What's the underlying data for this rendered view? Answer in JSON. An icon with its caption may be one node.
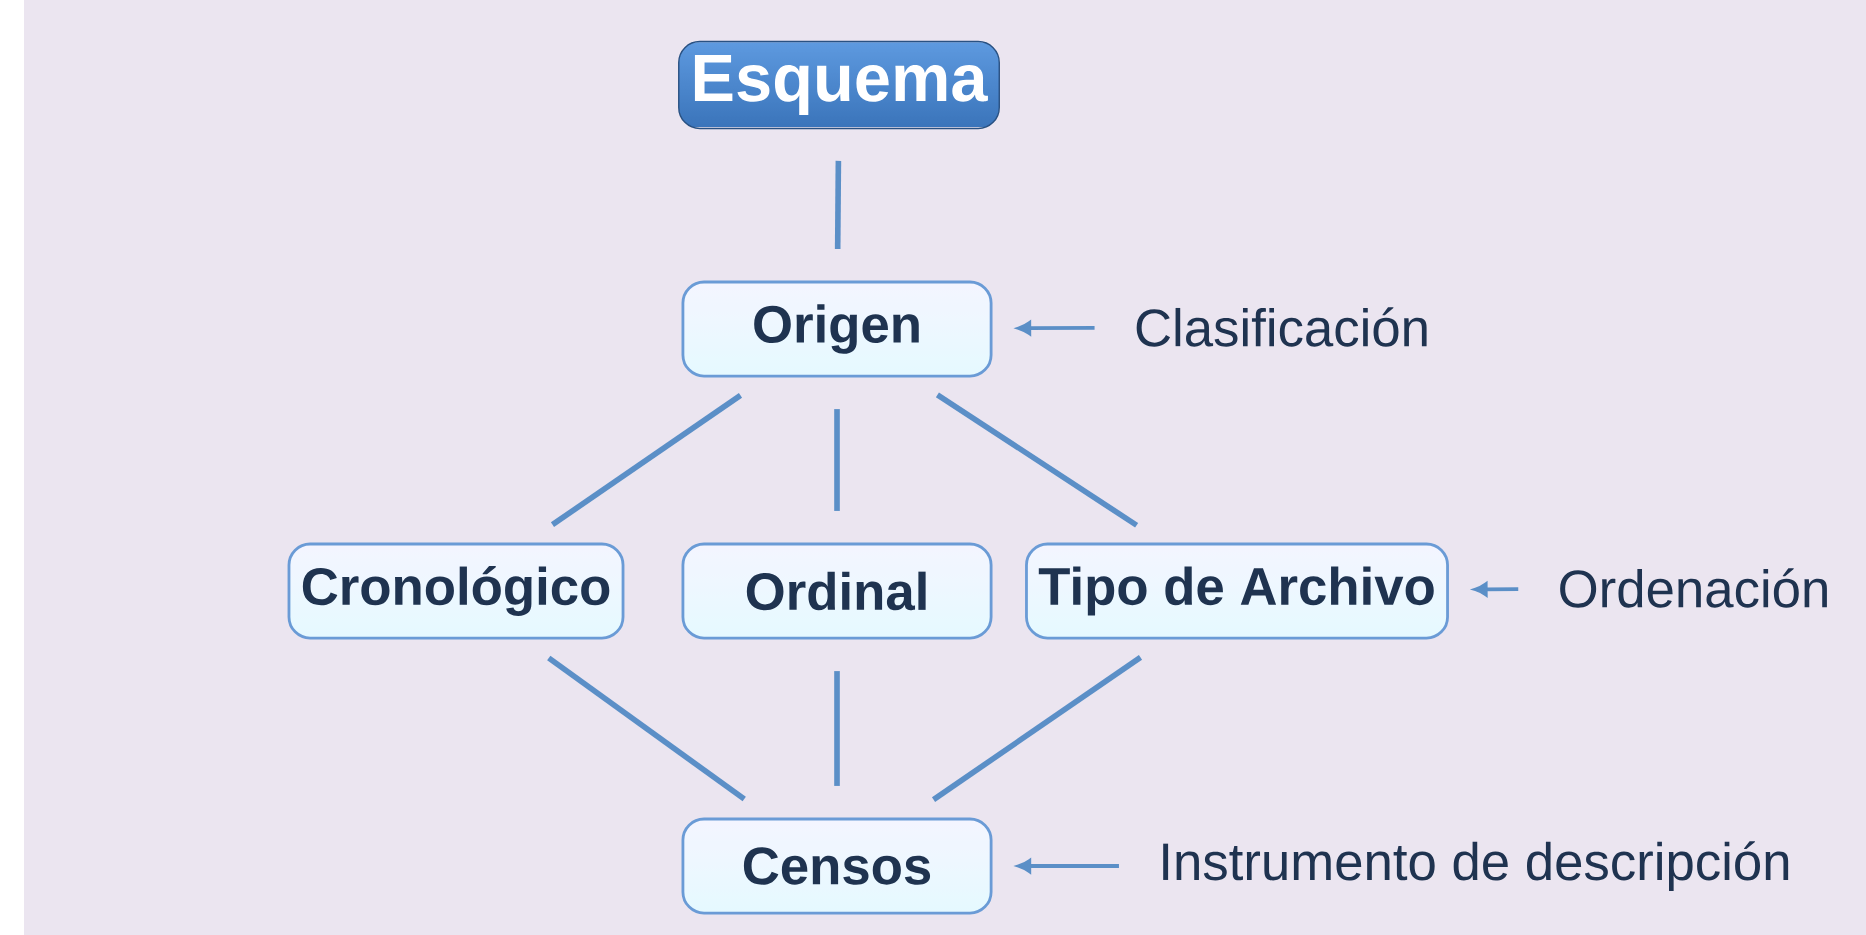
{
  "diagram": {
    "nodes": [
      {
        "text": [
          "Esquema"
        ]
      },
      {
        "text": [
          "Origen"
        ]
      },
      {
        "text": [
          "Cronológico"
        ]
      },
      {
        "text": [
          "Ordinal"
        ]
      },
      {
        "text": [
          "Tipo de Archivo"
        ]
      },
      {
        "text": [
          "Censos"
        ]
      },
      {
        "text": [
          "Clasificación"
        ]
      },
      {
        "text": [
          "Ordenación"
        ]
      },
      {
        "text": [
          "Instrumento de descripción"
        ]
      }
    ],
    "edges": [
      {
        "from": 0,
        "to": 1,
        "arrow": "none"
      },
      {
        "from": 1,
        "to": 2,
        "arrow": "none"
      },
      {
        "from": 1,
        "to": 3,
        "arrow": "none"
      },
      {
        "from": 1,
        "to": 4,
        "arrow": "none"
      },
      {
        "from": 2,
        "to": 5,
        "arrow": "none"
      },
      {
        "from": 3,
        "to": 5,
        "arrow": "none"
      },
      {
        "from": 4,
        "to": 5,
        "arrow": "none"
      },
      {
        "from": 6,
        "to": 1,
        "arrow": "to"
      },
      {
        "from": 7,
        "to": 4,
        "arrow": "to"
      },
      {
        "from": 8,
        "to": 5,
        "arrow": "to"
      }
    ]
  }
}
